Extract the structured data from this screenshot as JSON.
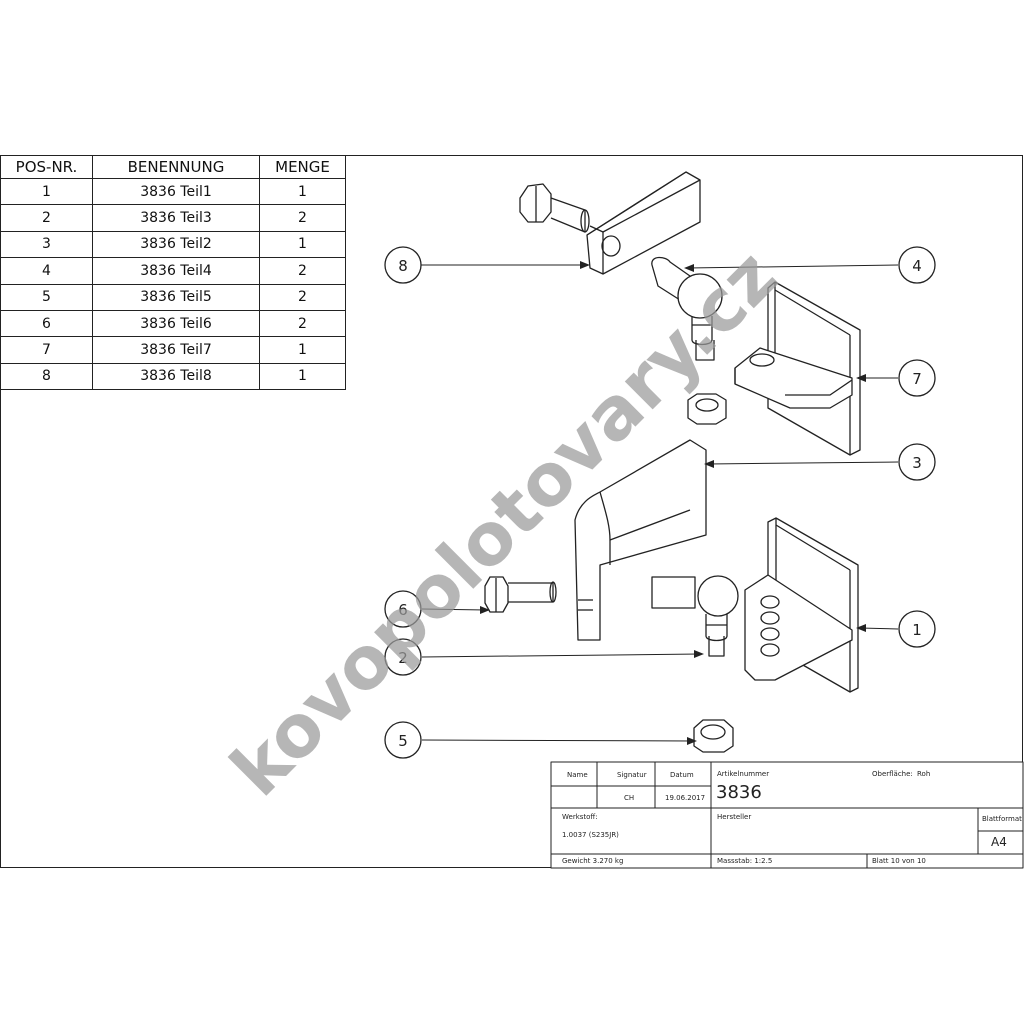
{
  "bom": {
    "headers": [
      "POS-NR.",
      "BENENNUNG",
      "MENGE"
    ],
    "rows": [
      {
        "pos": "1",
        "name": "3836 Teil1",
        "qty": "1"
      },
      {
        "pos": "2",
        "name": "3836 Teil3",
        "qty": "2"
      },
      {
        "pos": "3",
        "name": "3836 Teil2",
        "qty": "1"
      },
      {
        "pos": "4",
        "name": "3836 Teil4",
        "qty": "2"
      },
      {
        "pos": "5",
        "name": "3836 Teil5",
        "qty": "2"
      },
      {
        "pos": "6",
        "name": "3836 Teil6",
        "qty": "2"
      },
      {
        "pos": "7",
        "name": "3836 Teil7",
        "qty": "1"
      },
      {
        "pos": "8",
        "name": "3836 Teil8",
        "qty": "1"
      }
    ]
  },
  "balloons": [
    "8",
    "4",
    "7",
    "3",
    "6",
    "2",
    "1",
    "5"
  ],
  "watermark": "kovopolotovary.cz",
  "title_block": {
    "name_label": "Name",
    "signature_label": "Signatur",
    "date_label": "Datum",
    "signature": "CH",
    "date": "19.06.2017",
    "article_label": "Artikelnummer",
    "article_number": "3836",
    "surface_label": "Oberfläche:",
    "surface_value": "Roh",
    "material_label": "Werkstoff:",
    "material_value": "1.0037 (S235JR)",
    "manufacturer_label": "Hersteller",
    "format_label": "Blattformat",
    "format_value": "A4",
    "weight": "Gewicht 3.270 kg",
    "scale": "Massstab: 1:2.5",
    "sheet": "Blatt 10 von 10"
  },
  "colors": {
    "line": "#222222",
    "watermark": "#9a9a9a"
  }
}
